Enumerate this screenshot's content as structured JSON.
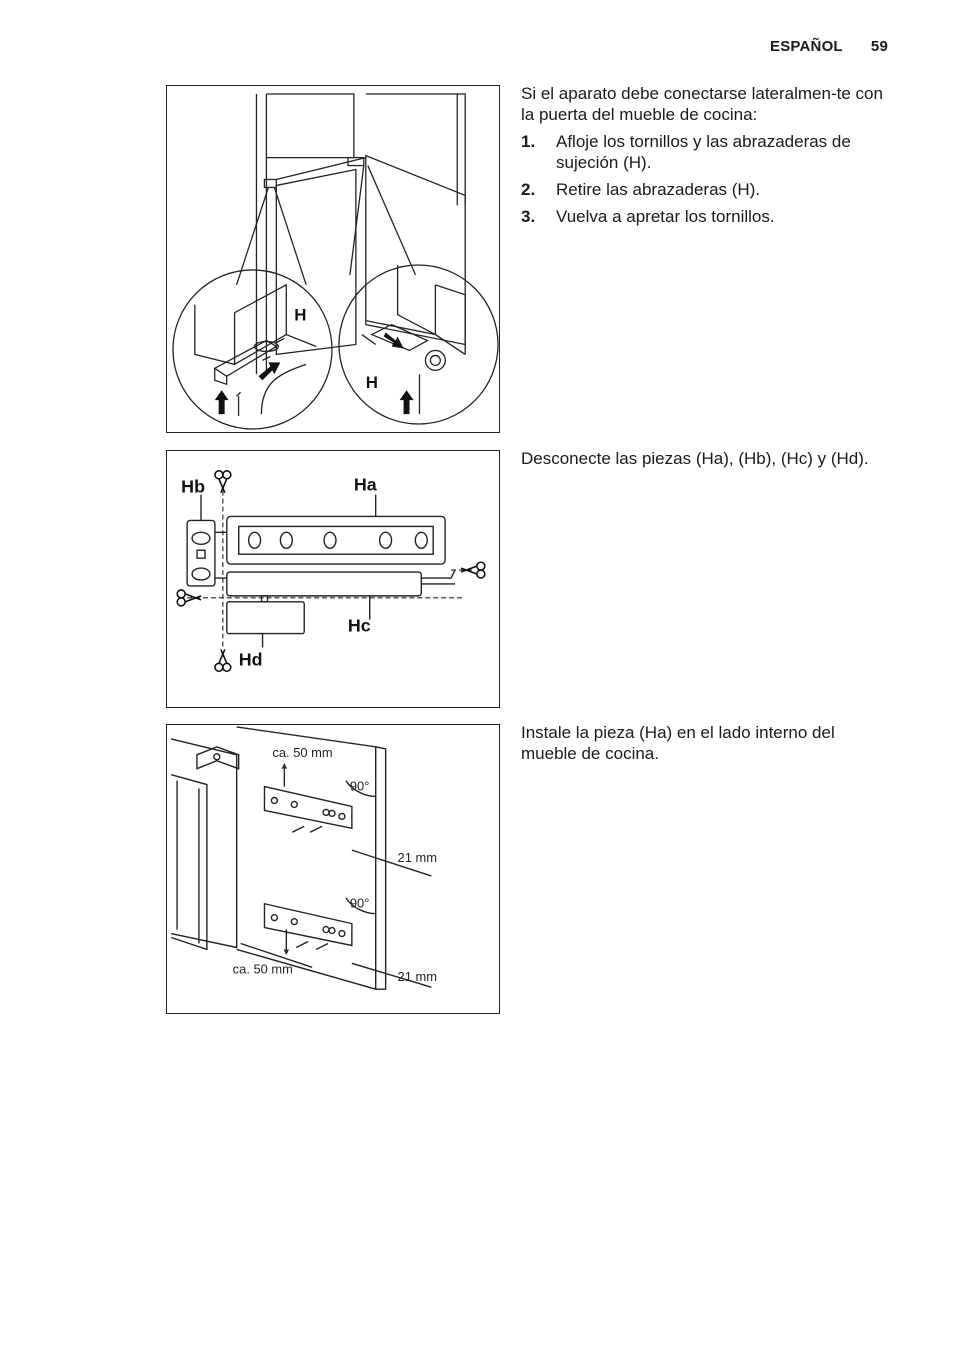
{
  "header": {
    "section": "ESPAÑOL",
    "page_number": "59"
  },
  "section1": {
    "intro": "Si el aparato debe conectarse lateralmen-te con la puerta del mueble de cocina:",
    "steps": [
      {
        "num": "1.",
        "text": "Afloje los tornillos y las abrazaderas de sujeción (H)."
      },
      {
        "num": "2.",
        "text": "Retire las abrazaderas (H)."
      },
      {
        "num": "3.",
        "text": "Vuelva a apretar los tornillos."
      }
    ],
    "figure_labels": {
      "left": "H",
      "right": "H"
    }
  },
  "section2": {
    "text": "Desconecte las piezas (Ha), (Hb), (Hc) y (Hd).",
    "figure_labels": {
      "ha": "Ha",
      "hb": "Hb",
      "hc": "Hc",
      "hd": "Hd"
    }
  },
  "section3": {
    "text": "Instale la pieza (Ha) en el lado interno del mueble de cocina.",
    "figure_labels": {
      "top_offset": "ca. 50 mm",
      "bottom_offset": "ca. 50 mm",
      "angle_top": "90°",
      "angle_bottom": "90°",
      "depth_top": "21 mm",
      "depth_bottom": "21 mm"
    }
  }
}
